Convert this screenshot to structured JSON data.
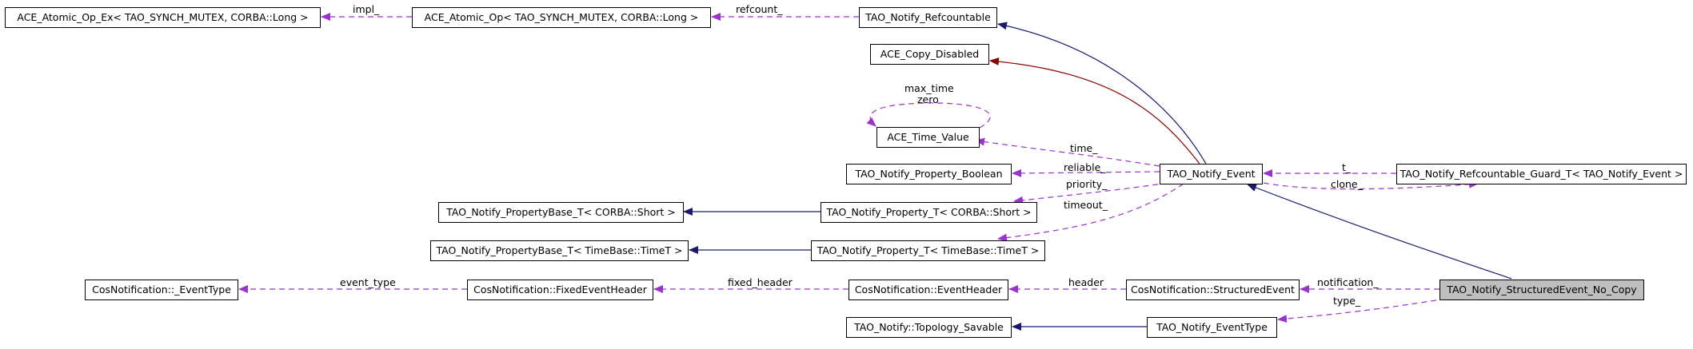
{
  "nodes": {
    "ace_atomic_op_ex": "ACE_Atomic_Op_Ex< TAO_SYNCH_MUTEX, CORBA::Long >",
    "ace_atomic_op": "ACE_Atomic_Op< TAO_SYNCH_MUTEX, CORBA::Long >",
    "tao_notify_refcountable": "TAO_Notify_Refcountable",
    "ace_copy_disabled": "ACE_Copy_Disabled",
    "ace_time_value": "ACE_Time_Value",
    "tao_notify_property_boolean": "TAO_Notify_Property_Boolean",
    "tao_notify_event": "TAO_Notify_Event",
    "tao_notify_refcountable_guard": "TAO_Notify_Refcountable_Guard_T< TAO_Notify_Event >",
    "tao_notify_propertybase_short": "TAO_Notify_PropertyBase_T< CORBA::Short >",
    "tao_notify_property_short": "TAO_Notify_Property_T< CORBA::Short >",
    "tao_notify_propertybase_timet": "TAO_Notify_PropertyBase_T< TimeBase::TimeT >",
    "tao_notify_property_timet": "TAO_Notify_Property_T< TimeBase::TimeT >",
    "cos_eventtype": "CosNotification::_EventType",
    "cos_fixedeventheader": "CosNotification::FixedEventHeader",
    "cos_eventheader": "CosNotification::EventHeader",
    "cos_structuredevent": "CosNotification::StructuredEvent",
    "tao_notify_structuredevent_no_copy": "TAO_Notify_StructuredEvent_No_Copy",
    "tao_notify_topology_savable": "TAO_Notify::Topology_Savable",
    "tao_notify_eventtype": "TAO_Notify_EventType"
  },
  "edge_labels": {
    "impl": "impl_",
    "refcount": "refcount_",
    "max_time": "max_time",
    "zero": "zero",
    "time": "time_",
    "reliable": "reliable_",
    "priority": "priority_",
    "timeout": "timeout_",
    "t": "t_",
    "clone": "clone_",
    "event_type": "event_type",
    "fixed_header": "fixed_header",
    "header": "header",
    "notification": "notification_",
    "type": "type_"
  },
  "colors": {
    "inheritance": "#191970",
    "private_inheritance": "#8b0000",
    "usage": "#9a32cd",
    "focus_fill": "#bfbfbf"
  }
}
